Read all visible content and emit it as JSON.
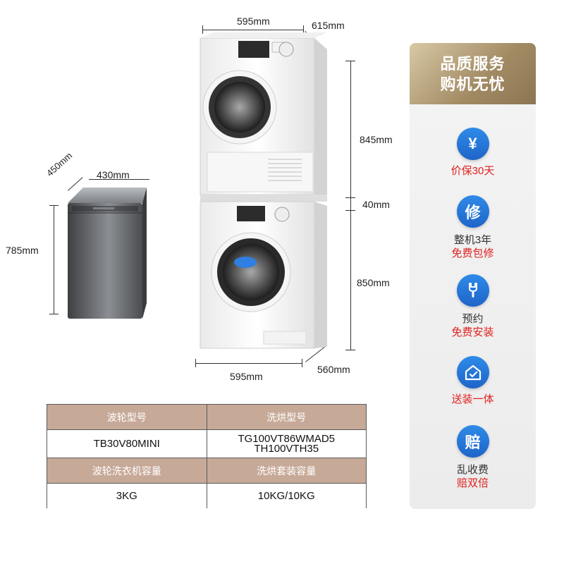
{
  "dimensions": {
    "top_width": "595mm",
    "top_depth": "615mm",
    "dryer_height": "845mm",
    "gap_height": "40mm",
    "washer_height": "850mm",
    "bottom_width": "595mm",
    "bottom_depth": "560mm",
    "small_depth": "450mm",
    "small_width": "430mm",
    "small_height": "785mm"
  },
  "table": {
    "header1": [
      "波轮型号",
      "洗烘型号"
    ],
    "row1": [
      "TB30V80MINI",
      "TG100VT86WMAD5",
      "TH100VTH35"
    ],
    "header2": [
      "波轮洗衣机容量",
      "洗烘套装容量"
    ],
    "row2": [
      "3KG",
      "10KG/10KG"
    ]
  },
  "service": {
    "title1": "品质服务",
    "title2": "购机无忧",
    "items": [
      {
        "icon": "yen-icon",
        "glyph": "¥",
        "line1": "",
        "line2": "价保30天"
      },
      {
        "icon": "repair-icon",
        "glyph": "修",
        "line1": "整机3年",
        "line2": "免费包修"
      },
      {
        "icon": "wrench-icon",
        "glyph": "",
        "line1": "预约",
        "line2": "免费安装"
      },
      {
        "icon": "house-delivery-icon",
        "glyph": "",
        "line1": "",
        "line2": "送装一体"
      },
      {
        "icon": "compensate-icon",
        "glyph": "赔",
        "line1": "乱收费",
        "line2": "赔双倍"
      }
    ]
  },
  "colors": {
    "table_header": "#c7a998",
    "service_header": "#a18a63",
    "icon_blue": "#1e74d8",
    "accent_red": "#e0201e"
  }
}
